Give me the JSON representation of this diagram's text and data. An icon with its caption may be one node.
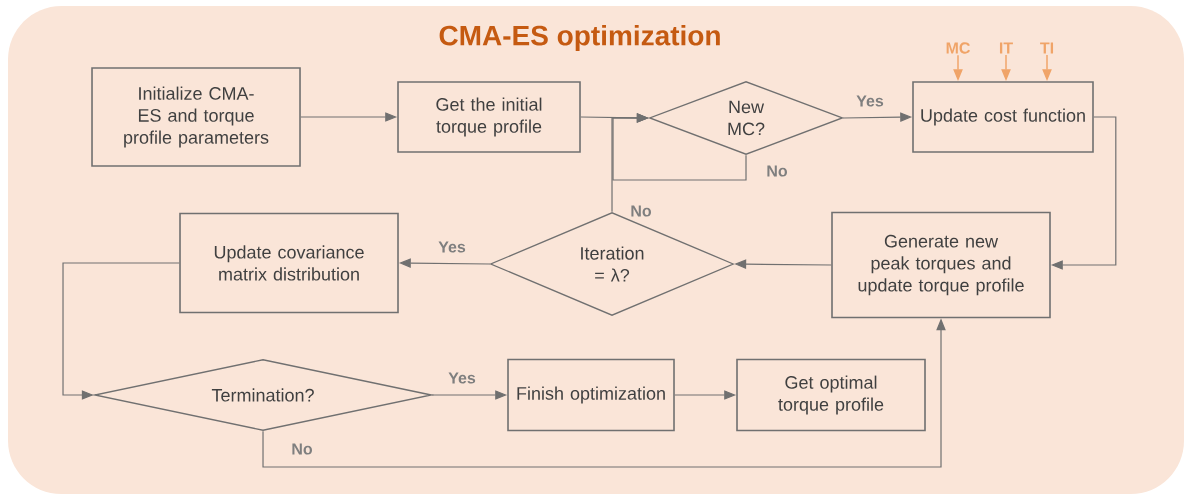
{
  "diagram": {
    "title": "CMA-ES  optimization",
    "nodes": [
      {
        "text": [
          "Initialize CMA-ES and torque profile parameters"
        ]
      },
      {
        "text": [
          "Get the initial torque profile"
        ]
      },
      {
        "text": [
          "New MC?"
        ]
      },
      {
        "text": [
          "Update cost function"
        ]
      },
      {
        "text": [
          "Generate new peak torques and update torque profile"
        ]
      },
      {
        "text": [
          "Iteration = λ?"
        ]
      },
      {
        "text": [
          "Update covariance matrix distribution"
        ]
      },
      {
        "text": [
          "Termination?"
        ]
      },
      {
        "text": [
          "Finish optimization"
        ]
      },
      {
        "text": [
          "Get optimal torque profile"
        ]
      },
      {
        "text": [
          "MC"
        ]
      },
      {
        "text": [
          "IT"
        ]
      },
      {
        "text": [
          "TI"
        ]
      }
    ],
    "edges": [
      {
        "from": 0,
        "to": 1,
        "arrow": "to"
      },
      {
        "from": 1,
        "to": 2,
        "arrow": "to"
      },
      {
        "from": 2,
        "to": 3,
        "arrow": "to",
        "label": "Yes"
      },
      {
        "from": 2,
        "to": 2,
        "arrow": "to",
        "label": "No"
      },
      {
        "from": 5,
        "to": 2,
        "arrow": "to",
        "label": "No"
      },
      {
        "from": 3,
        "to": 4,
        "arrow": "to"
      },
      {
        "from": 4,
        "to": 5,
        "arrow": "to"
      },
      {
        "from": 5,
        "to": 6,
        "arrow": "to",
        "label": "Yes"
      },
      {
        "from": 6,
        "to": 7,
        "arrow": "to"
      },
      {
        "from": 7,
        "to": 8,
        "arrow": "to",
        "label": "Yes"
      },
      {
        "from": 8,
        "to": 9,
        "arrow": "to"
      },
      {
        "from": 7,
        "to": 4,
        "arrow": "to",
        "label": "No"
      },
      {
        "from": 10,
        "to": 3,
        "arrow": "to",
        "color": "#f0a468"
      },
      {
        "from": 11,
        "to": 3,
        "arrow": "to",
        "color": "#f0a468"
      },
      {
        "from": 12,
        "to": 3,
        "arrow": "to",
        "color": "#f0a468"
      }
    ]
  }
}
